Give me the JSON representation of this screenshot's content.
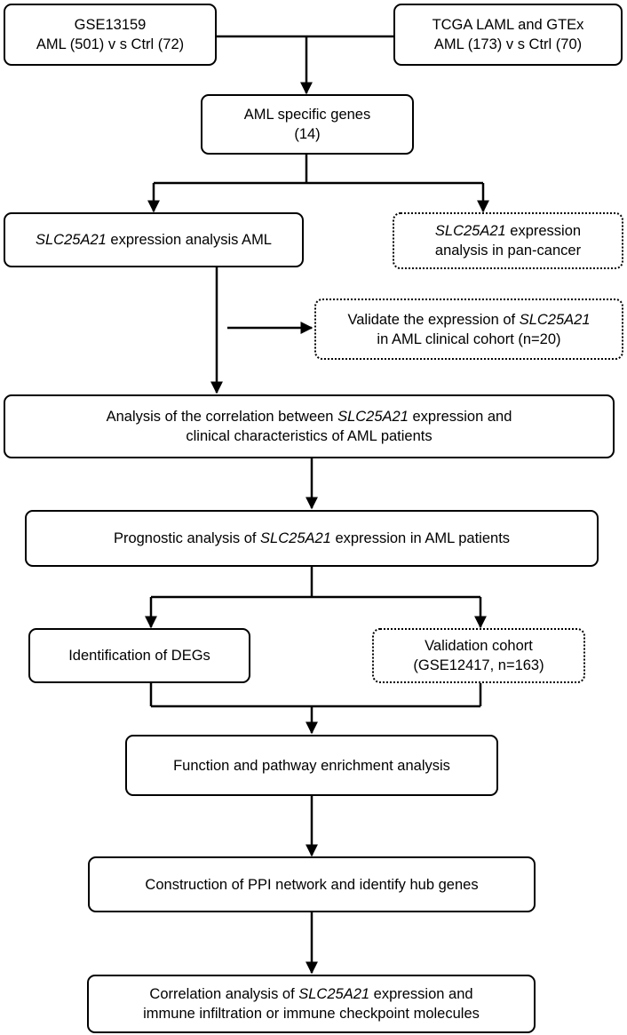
{
  "nodes": {
    "gse13159": {
      "line1": "GSE13159",
      "line2": "AML (501) v s Ctrl (72)"
    },
    "tcga": {
      "line1": "TCGA LAML and GTEx",
      "line2": "AML (173) v s Ctrl (70)"
    },
    "aml_specific": {
      "line1": "AML specific genes",
      "line2": "(14)"
    },
    "slc_aml": {
      "gene": "SLC25A21",
      "rest": " expression analysis AML"
    },
    "slc_pan": {
      "gene": "SLC25A21",
      "rest1": " expression",
      "line2": "analysis in pan-cancer"
    },
    "validate": {
      "pre": "Validate the expression of ",
      "gene": "SLC25A21",
      "line2": "in AML clinical cohort (n=20)"
    },
    "correlation_clin": {
      "pre": "Analysis of the correlation between ",
      "gene": "SLC25A21",
      "post": " expression  and",
      "line2": "clinical characteristics of AML patients"
    },
    "prognostic": {
      "pre": "Prognostic analysis of ",
      "gene": "SLC25A21",
      "post": " expression in AML patients"
    },
    "degs": {
      "label": "Identification of  DEGs"
    },
    "validation_cohort": {
      "line1": "Validation cohort",
      "line2": "(GSE12417, n=163)"
    },
    "function": {
      "label": "Function and pathway enrichment analysis"
    },
    "ppi": {
      "label": "Construction of PPI network and identify hub genes"
    },
    "immune": {
      "pre": "Correlation analysis  of ",
      "gene": "SLC25A21",
      "post": " expression and",
      "line2": "immune infiltration or immune checkpoint molecules"
    }
  }
}
